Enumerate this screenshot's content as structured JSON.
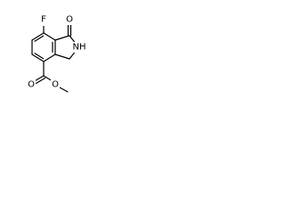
{
  "atom_labels": {
    "fluorine": "F",
    "carbonyl_oxygen": "O",
    "nitrogen_h": "NH",
    "ester_carbonyl_oxygen": "O",
    "ester_ether_oxygen": "O"
  },
  "colors": {
    "bond": "#000000",
    "label": "#000000",
    "background": "#ffffff"
  }
}
